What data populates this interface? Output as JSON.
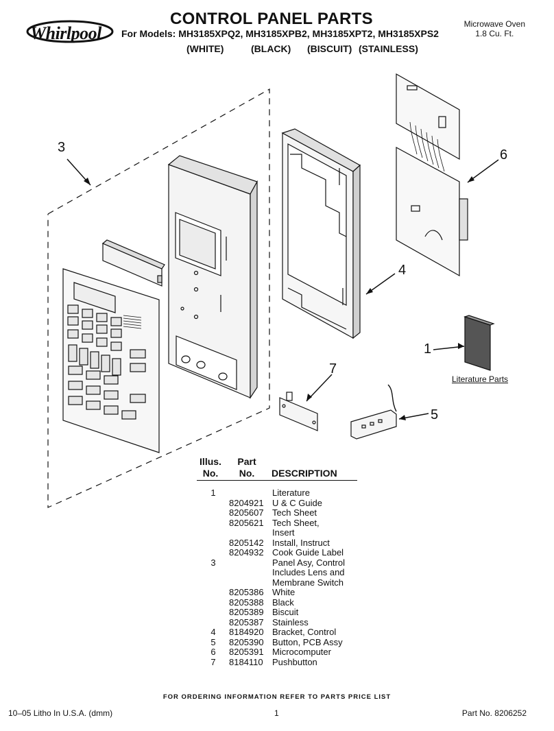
{
  "brand": "Whirlpool",
  "title": "CONTROL PANEL PARTS",
  "models_line": "For Models: MH3185XPQ2, MH3185XPB2, MH3185XPT2, MH3185XPS2",
  "color_labels": [
    "(WHITE)",
    "(BLACK)",
    "(BISCUIT)",
    "(STAINLESS)"
  ],
  "product": {
    "name": "Microwave Oven",
    "capacity": "1.8 Cu. Ft."
  },
  "callouts": [
    "3",
    "6",
    "4",
    "1",
    "7",
    "5"
  ],
  "literature_label": "Literature Parts",
  "table": {
    "headers": {
      "illus_top": "Illus.",
      "illus_bottom": "No.",
      "part_top": "Part",
      "part_bottom": "No.",
      "description": "DESCRIPTION"
    },
    "rows": [
      {
        "illus": "1",
        "part": "",
        "desc": "Literature"
      },
      {
        "illus": "",
        "part": "8204921",
        "desc": "U & C Guide"
      },
      {
        "illus": "",
        "part": "8205607",
        "desc": "Tech Sheet"
      },
      {
        "illus": "",
        "part": "8205621",
        "desc": "Tech Sheet,"
      },
      {
        "illus": "",
        "part": "",
        "desc": "Insert"
      },
      {
        "illus": "",
        "part": "8205142",
        "desc": "Install, Instruct"
      },
      {
        "illus": "",
        "part": "8204932",
        "desc": "Cook Guide Label"
      },
      {
        "illus": "3",
        "part": "",
        "desc": "Panel Asy, Control"
      },
      {
        "illus": "",
        "part": "",
        "desc": "Includes Lens and"
      },
      {
        "illus": "",
        "part": "",
        "desc": "Membrane Switch"
      },
      {
        "illus": "",
        "part": "8205386",
        "desc": "White"
      },
      {
        "illus": "",
        "part": "8205388",
        "desc": "Black"
      },
      {
        "illus": "",
        "part": "8205389",
        "desc": "Biscuit"
      },
      {
        "illus": "",
        "part": "8205387",
        "desc": "Stainless"
      },
      {
        "illus": "4",
        "part": "8184920",
        "desc": "Bracket, Control"
      },
      {
        "illus": "5",
        "part": "8205390",
        "desc": "Button, PCB Assy"
      },
      {
        "illus": "6",
        "part": "8205391",
        "desc": "Microcomputer"
      },
      {
        "illus": "7",
        "part": "8184110",
        "desc": "Pushbutton"
      }
    ]
  },
  "ordering_note": "FOR ORDERING INFORMATION REFER TO PARTS PRICE LIST",
  "footer": {
    "left": "10–05 Litho In U.S.A. (dmm)",
    "center": "1",
    "right": "Part No. 8206252"
  }
}
